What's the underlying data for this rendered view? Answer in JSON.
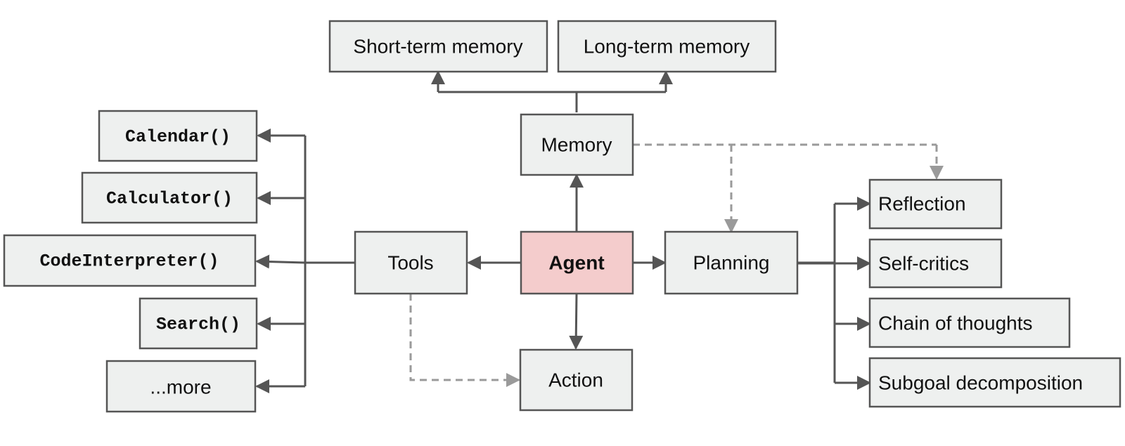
{
  "colors": {
    "box_fill": "#eef0ef",
    "agent_fill": "#f4cccc",
    "border": "#555555",
    "dashed_arrow": "#9a9a9a"
  },
  "nodes": {
    "short_term_memory": "Short-term memory",
    "long_term_memory": "Long-term memory",
    "memory": "Memory",
    "agent": "Agent",
    "tools": "Tools",
    "planning": "Planning",
    "action": "Action",
    "calendar": "Calendar()",
    "calculator": "Calculator()",
    "code_interpreter": "CodeInterpreter()",
    "search": "Search()",
    "more": "...more",
    "reflection": "Reflection",
    "self_critics": "Self-critics",
    "chain_of_thoughts": "Chain of thoughts",
    "subgoal_decomposition": "Subgoal decomposition"
  }
}
